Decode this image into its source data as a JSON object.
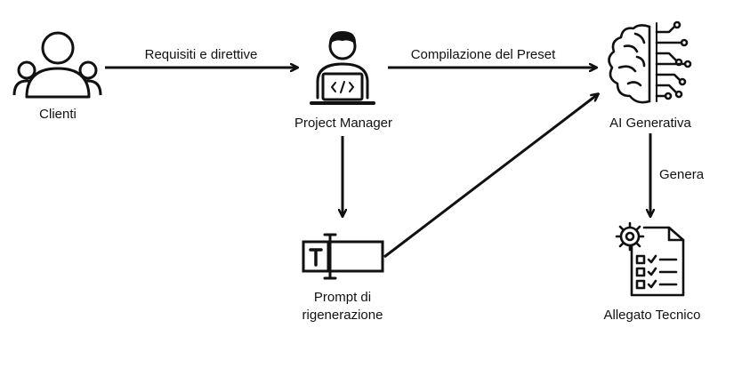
{
  "nodes": {
    "clienti": {
      "label": "Clienti",
      "icon": "users-icon"
    },
    "project_manager": {
      "label": "Project Manager",
      "icon": "developer-laptop-icon"
    },
    "ai_generativa": {
      "label": "AI Generativa",
      "icon": "brain-circuit-icon"
    },
    "prompt": {
      "label_line1": "Prompt di",
      "label_line2": "rigenerazione",
      "icon": "text-input-icon"
    },
    "allegato": {
      "label": "Allegato Tecnico",
      "icon": "technical-document-icon"
    }
  },
  "edges": {
    "clienti_to_pm": "Requisiti e direttive",
    "pm_to_ai": "Compilazione del Preset",
    "ai_to_allegato": "Genera"
  },
  "colors": {
    "stroke": "#111111",
    "background": "#ffffff"
  }
}
